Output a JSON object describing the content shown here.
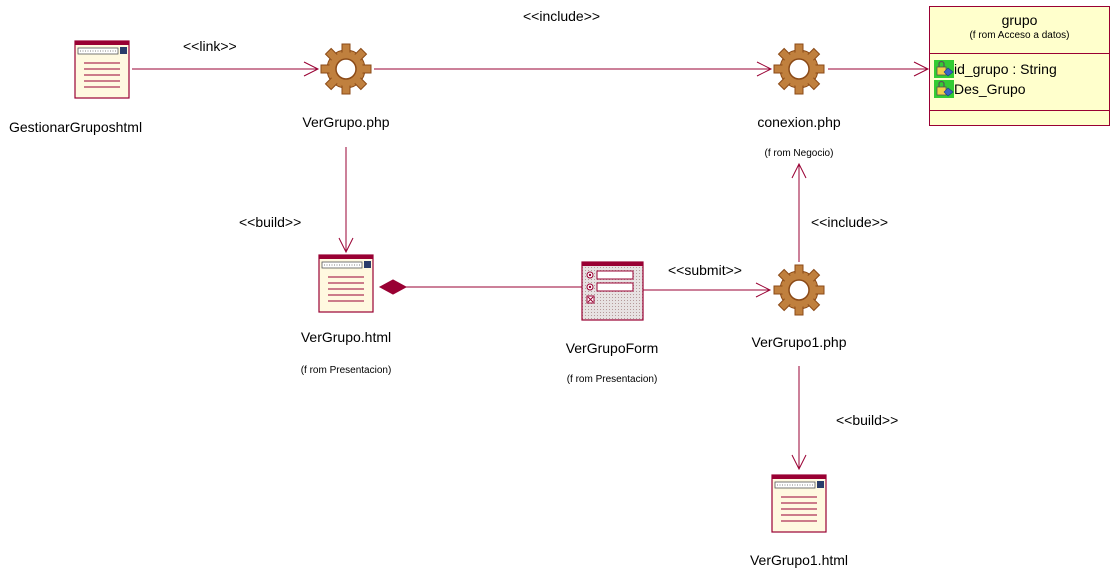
{
  "nodes": {
    "gestionar_grupos": {
      "name": "GestionarGruposhtml"
    },
    "ver_grupo_php": {
      "name": "VerGrupo.php"
    },
    "conexion_php": {
      "name": "conexion.php",
      "from": "(f rom Negocio)"
    },
    "ver_grupo_html": {
      "name": "VerGrupo.html",
      "from": "(f rom Presentacion)"
    },
    "ver_grupo_form": {
      "name": "VerGrupoForm",
      "from": "(f rom Presentacion)"
    },
    "ver_grupo1_php": {
      "name": "VerGrupo1.php"
    },
    "ver_grupo1_html": {
      "name": "VerGrupo1.html"
    }
  },
  "class_box": {
    "name": "grupo",
    "from": "(f rom Acceso a datos)",
    "attributes": [
      "id_grupo : String",
      "Des_Grupo"
    ]
  },
  "edges": {
    "link": "<<link>>",
    "include_top": "<<include>>",
    "build_left": "<<build>>",
    "submit": "<<submit>>",
    "include_right": "<<include>>",
    "build_bottom": "<<build>>"
  },
  "colors": {
    "line": "#990033",
    "gear": "#c0803e",
    "gear_dark": "#8b4a17",
    "page_fill": "#fff9e0",
    "class_fill": "#ffffcc",
    "attr_icon": "#33cc33"
  }
}
